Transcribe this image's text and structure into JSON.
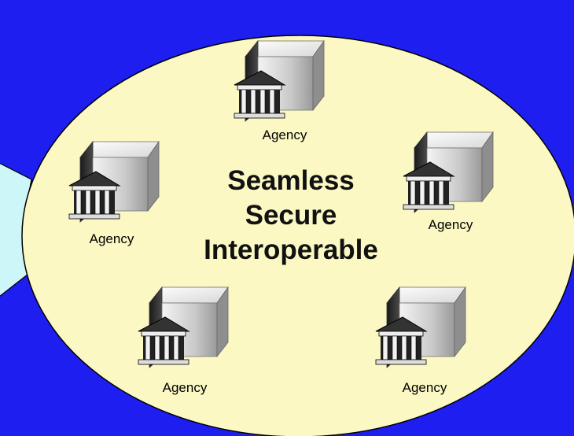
{
  "colors": {
    "background": "#1e1ef0",
    "ellipse_fill": "#fbf8c4",
    "side_shape_fill": "#ccf6f8",
    "outline": "#000000"
  },
  "center": {
    "line1": "Seamless",
    "line2": "Secure",
    "line3": "Interoperable"
  },
  "agencies": [
    {
      "label": "Agency",
      "icon": "agency-building-icon"
    },
    {
      "label": "Agency",
      "icon": "agency-building-icon"
    },
    {
      "label": "Agency",
      "icon": "agency-building-icon"
    },
    {
      "label": "Agency",
      "icon": "agency-building-icon"
    },
    {
      "label": "Agency",
      "icon": "agency-building-icon"
    }
  ]
}
